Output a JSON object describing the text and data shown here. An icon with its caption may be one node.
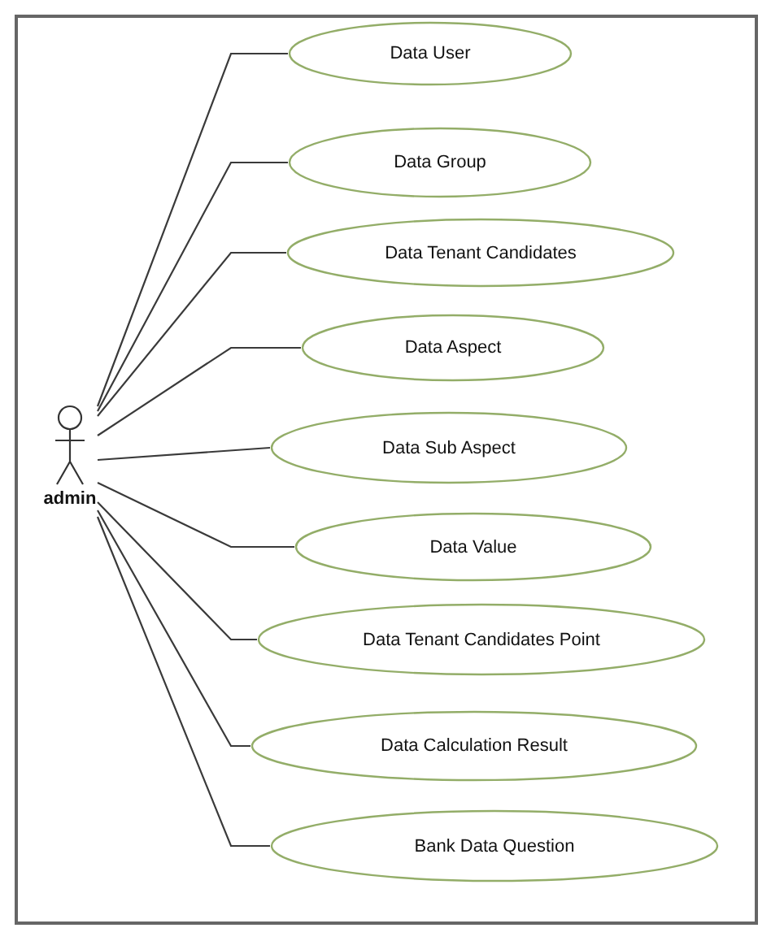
{
  "diagram": {
    "nodes": [
      {
        "text": [
          "admin"
        ]
      },
      {
        "text": [
          "Data User"
        ]
      },
      {
        "text": [
          "Data Group"
        ]
      },
      {
        "text": [
          "Data Tenant Candidates"
        ]
      },
      {
        "text": [
          "Data Aspect"
        ]
      },
      {
        "text": [
          "Data Sub Aspect"
        ]
      },
      {
        "text": [
          "Data Value"
        ]
      },
      {
        "text": [
          "Data Tenant Candidates Point"
        ]
      },
      {
        "text": [
          "Data Calculation Result"
        ]
      },
      {
        "text": [
          "Bank Data Question"
        ]
      }
    ],
    "edges": [
      {
        "from": 0,
        "to": 1,
        "arrow": "none"
      },
      {
        "from": 0,
        "to": 2,
        "arrow": "none"
      },
      {
        "from": 0,
        "to": 3,
        "arrow": "none"
      },
      {
        "from": 0,
        "to": 4,
        "arrow": "none"
      },
      {
        "from": 0,
        "to": 5,
        "arrow": "none"
      },
      {
        "from": 0,
        "to": 6,
        "arrow": "none"
      },
      {
        "from": 0,
        "to": 7,
        "arrow": "none"
      },
      {
        "from": 0,
        "to": 8,
        "arrow": "none"
      },
      {
        "from": 0,
        "to": 9,
        "arrow": "none"
      }
    ]
  }
}
